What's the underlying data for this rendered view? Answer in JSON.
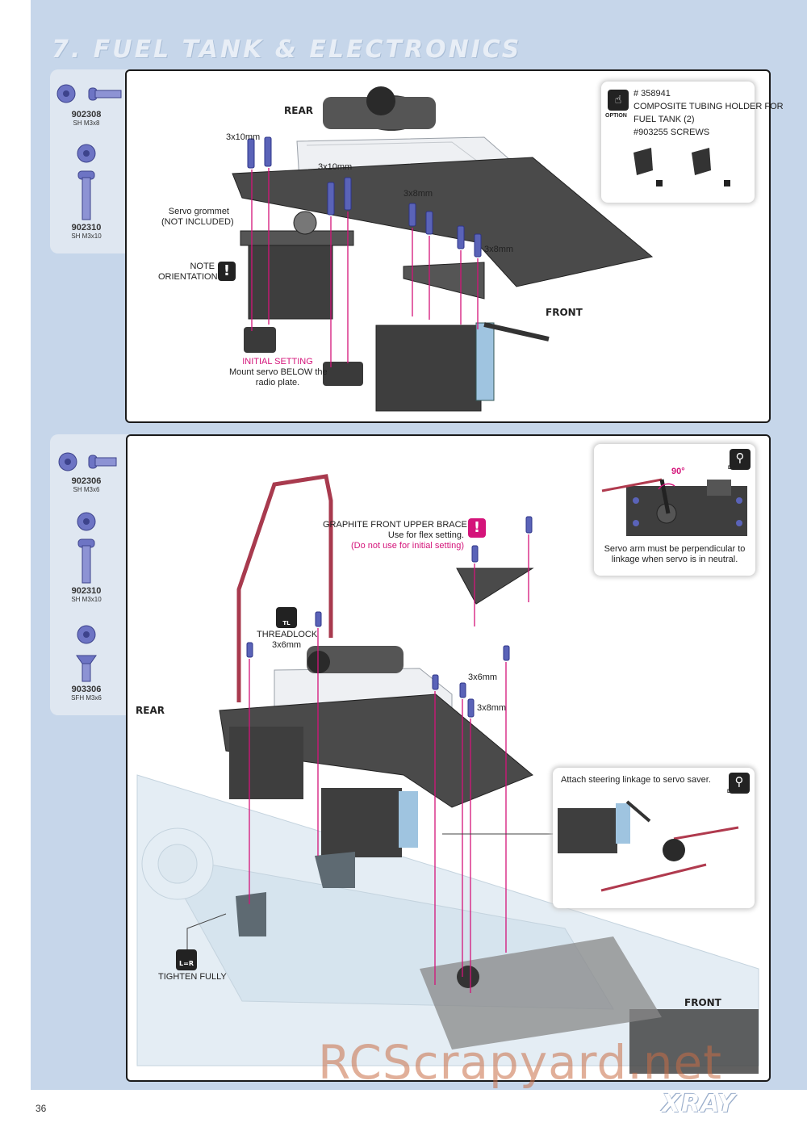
{
  "section_title": "7. FUEL TANK & ELECTRONICS",
  "page_number": "36",
  "brand": "XRAY",
  "watermark": "RCScrapyard.net",
  "step1": {
    "screws": [
      {
        "code": "902308",
        "desc": "SH M3x8"
      },
      {
        "code": "902310",
        "desc": "SH M3x10"
      }
    ],
    "labels": {
      "rear": "REAR",
      "front": "FRONT",
      "screw_3x10_a": "3x10mm",
      "screw_3x10_b": "3x10mm",
      "screw_3x8_a": "3x8mm",
      "screw_3x8_b": "3x8mm",
      "grommet_line1": "Servo grommet",
      "grommet_line2": "(NOT INCLUDED)",
      "note_line1": "NOTE",
      "note_line2": "ORIENTATION",
      "initial_setting": "INITIAL SETTING",
      "mount_line1": "Mount servo BELOW the",
      "mount_line2": "radio plate."
    },
    "option": {
      "badge": "OPTION",
      "line1": "# 358941",
      "line2": "COMPOSITE TUBING HOLDER FOR",
      "line3": "FUEL TANK (2)",
      "line4": "#903255 SCREWS"
    }
  },
  "step2": {
    "screws": [
      {
        "code": "902306",
        "desc": "SH M3x6"
      },
      {
        "code": "902310",
        "desc": "SH M3x10"
      },
      {
        "code": "903306",
        "desc": "SFH M3x6"
      }
    ],
    "labels": {
      "rear": "REAR",
      "front": "FRONT",
      "brace_line1": "GRAPHITE FRONT UPPER BRACE",
      "brace_line2": "Use for flex setting.",
      "brace_line3": "(Do not use for initial setting)",
      "threadlock": "THREADLOCK",
      "threadlock_size": "3x6mm",
      "screw_3x6": "3x6mm",
      "screw_3x8": "3x8mm",
      "tighten": "TIGHTEN FULLY",
      "lr_badge": "L=R",
      "tl_badge": "TL"
    },
    "detail1": {
      "badge": "DETAIL",
      "angle": "90°",
      "text_line1": "Servo arm must be perpendicular to",
      "text_line2": "linkage when servo is in neutral."
    },
    "detail2": {
      "badge": "DETAIL",
      "text": "Attach steering linkage to servo saver."
    }
  },
  "colors": {
    "background": "#c6d6ea",
    "accent_pink": "#d4147a",
    "screw_blue": "#5a63b8",
    "carbon": "#4a4a4a"
  }
}
